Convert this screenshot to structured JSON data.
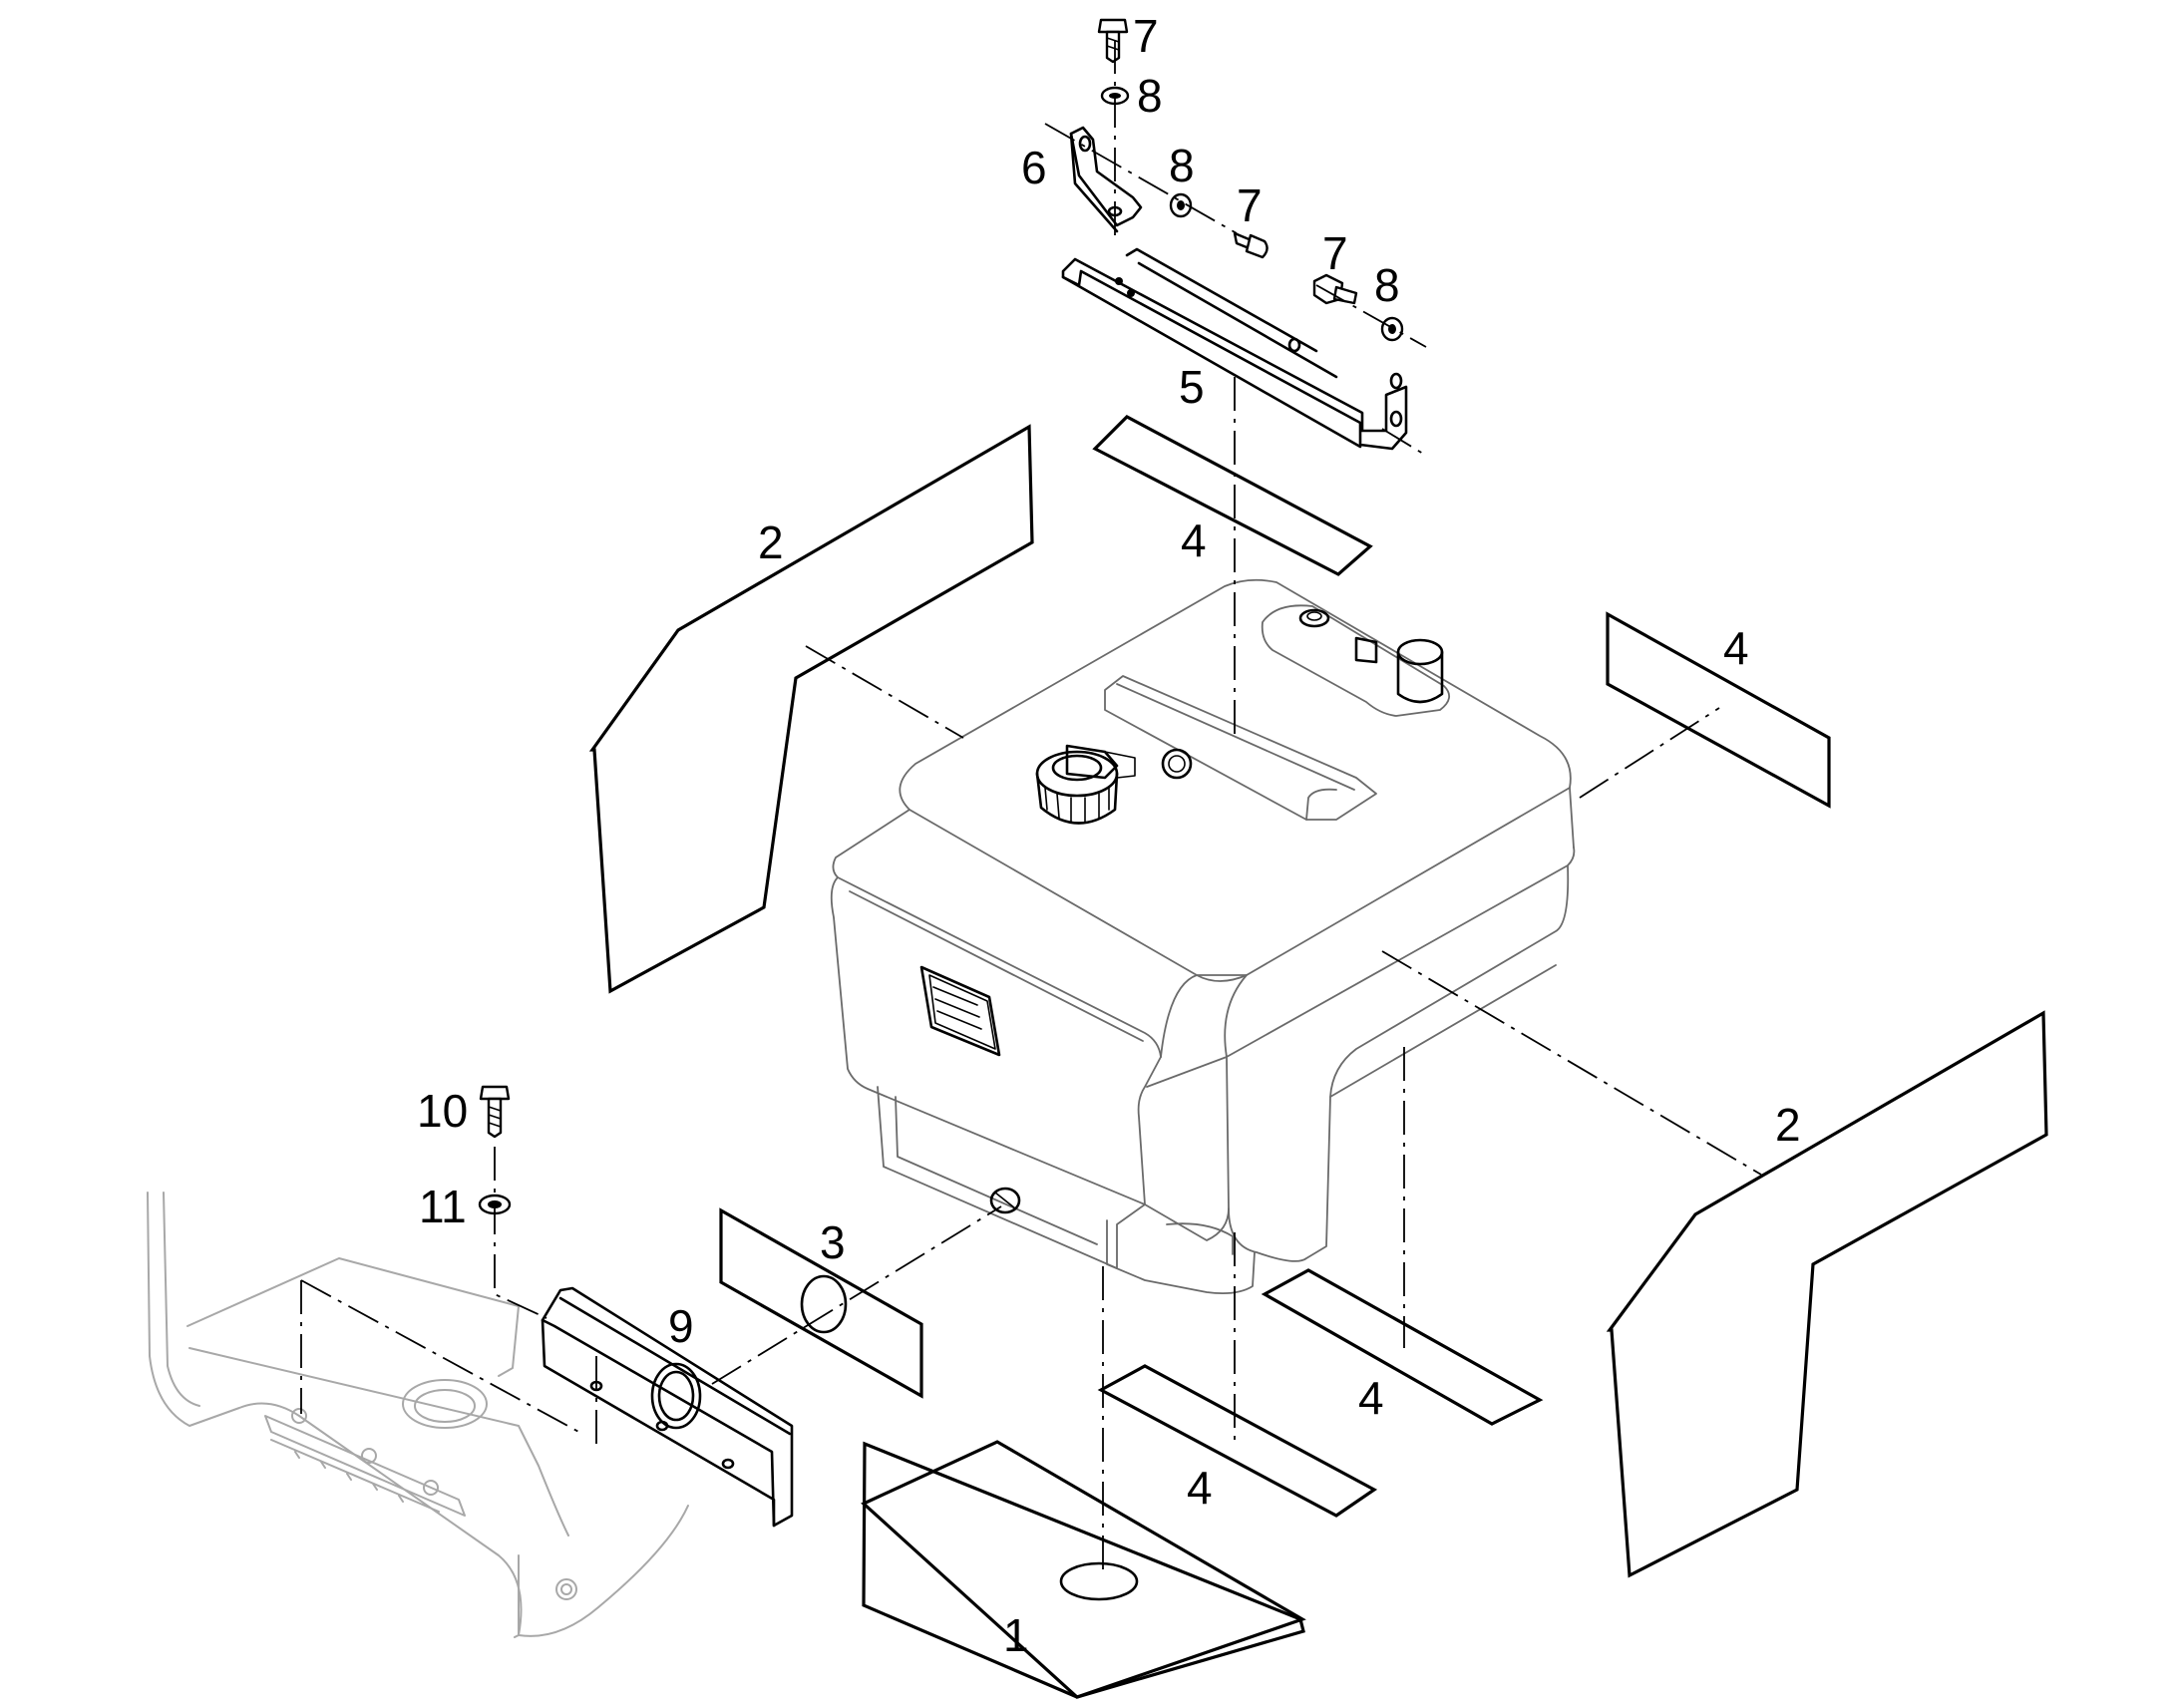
{
  "callouts": {
    "c1": "1",
    "c2a": "2",
    "c2b": "2",
    "c3": "3",
    "c4a": "4",
    "c4b": "4",
    "c4c": "4",
    "c4d": "4",
    "c5": "5",
    "c6": "6",
    "c7a": "7",
    "c7b": "7",
    "c7c": "7",
    "c8a": "8",
    "c8b": "8",
    "c8c": "8",
    "c9": "9",
    "c10": "10",
    "c11": "11"
  }
}
